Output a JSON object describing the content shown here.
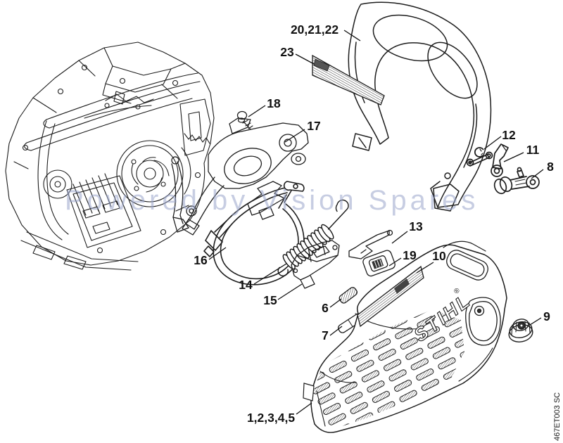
{
  "diagram": {
    "watermark": "Powered by Vision Spares",
    "drawing_code": "467ET003 SC",
    "logo": "STIHL",
    "logo_reg": "®",
    "callouts": [
      {
        "text": "20,21,22"
      },
      {
        "text": "23"
      },
      {
        "text": "18"
      },
      {
        "text": "17"
      },
      {
        "text": "16"
      },
      {
        "text": "14"
      },
      {
        "text": "15"
      },
      {
        "text": "13"
      },
      {
        "text": "19"
      },
      {
        "text": "10"
      },
      {
        "text": "6"
      },
      {
        "text": "7"
      },
      {
        "text": "12"
      },
      {
        "text": "11"
      },
      {
        "text": "8"
      },
      {
        "text": "9"
      },
      {
        "text": "1,2,3,4,5"
      }
    ],
    "colors": {
      "ink": "#1d1d1d",
      "watermark": "#9aa6cc",
      "background": "#ffffff"
    }
  }
}
